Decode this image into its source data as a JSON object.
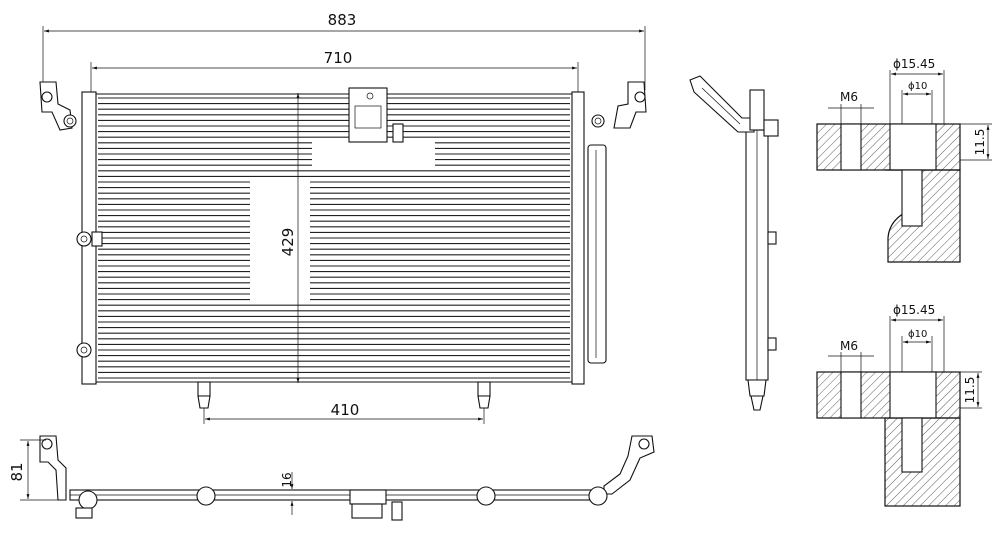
{
  "front_view": {
    "width_overall": "883",
    "width_core": "710",
    "height_core": "429",
    "mount_spacing": "410"
  },
  "bottom_view": {
    "height": "81",
    "thickness": "16"
  },
  "fitting_detail_top": {
    "outer_diameter": "ϕ15.45",
    "inner_diameter": "ϕ10",
    "thread": "M6",
    "depth": "11.5"
  },
  "fitting_detail_bottom": {
    "outer_diameter": "ϕ15.45",
    "inner_diameter": "ϕ10",
    "thread": "M6",
    "depth": "11.5"
  }
}
